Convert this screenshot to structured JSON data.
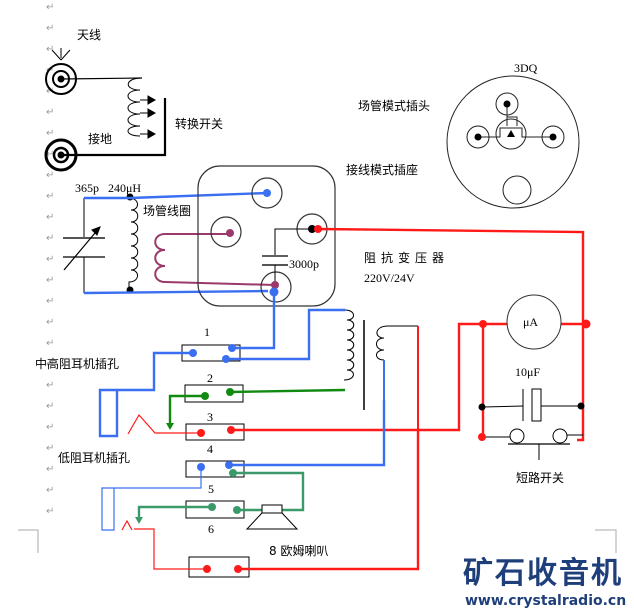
{
  "diagram": {
    "title": "Crystal radio wiring diagram",
    "labels": {
      "antenna": "天线",
      "ground": "接地",
      "switch": "转换开关",
      "tuning_cap": "365p",
      "coil_inductance": "240μH",
      "field_coil": "场管线圈",
      "cap_3000p": "3000p",
      "transformer": "阻抗变压器",
      "transformer_rating": "220V/24V",
      "plug_name": "3DQ",
      "plug_label": "场管模式插头",
      "socket_label": "接线模式插座",
      "microammeter": "μA",
      "cap_10uf": "10μF",
      "short_switch": "短路开关",
      "mid_high_jack": "中高阻耳机插孔",
      "low_jack": "低阻耳机插孔",
      "speaker": "8 欧姆喇叭",
      "terminals": [
        "1",
        "2",
        "3",
        "4",
        "5",
        "6"
      ]
    },
    "wire_colors": {
      "blue": "#3a6ff2",
      "red": "#ff1a1a",
      "green": "#128a12",
      "sea_green": "#3a9a6a",
      "plum": "#9b3a6a"
    },
    "paragraph_mark": "↵"
  },
  "logo": {
    "title": "矿石收音机",
    "url": "www.crystalradio.cn",
    "color": "#1f3f7a"
  }
}
